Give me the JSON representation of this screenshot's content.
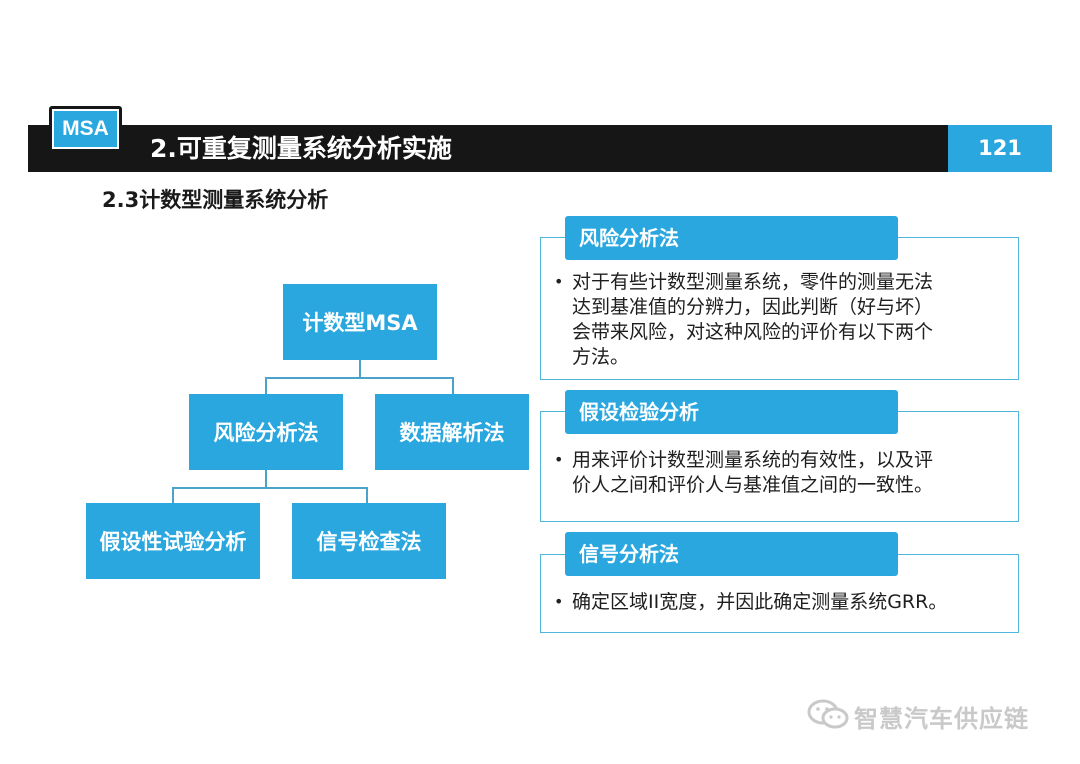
{
  "header": {
    "logo_text": "MSA",
    "title": "2.可重复测量系统分析实施",
    "page_number": "121"
  },
  "section_title": "2.3计数型测量系统分析",
  "tree": {
    "root": "计数型MSA",
    "level1": [
      "风险分析法",
      "数据解析法"
    ],
    "level2": [
      "假设性试验分析",
      "信号检查法"
    ]
  },
  "panels": [
    {
      "title": "风险分析法",
      "lines": [
        "对于有些计数型测量系统，零件的测量无法",
        "达到基准值的分辨力，因此判断（好与坏）",
        "会带来风险，对这种风险的评价有以下两个",
        "方法。"
      ]
    },
    {
      "title": "假设检验分析",
      "lines": [
        "用来评价计数型测量系统的有效性，以及评",
        "价人之间和评价人与基准值之间的一致性。"
      ]
    },
    {
      "title": "信号分析法",
      "lines": [
        "确定区域II宽度，并因此确定测量系统GRR。"
      ]
    }
  ],
  "bullet": "•",
  "watermark": "智慧汽车供应链"
}
